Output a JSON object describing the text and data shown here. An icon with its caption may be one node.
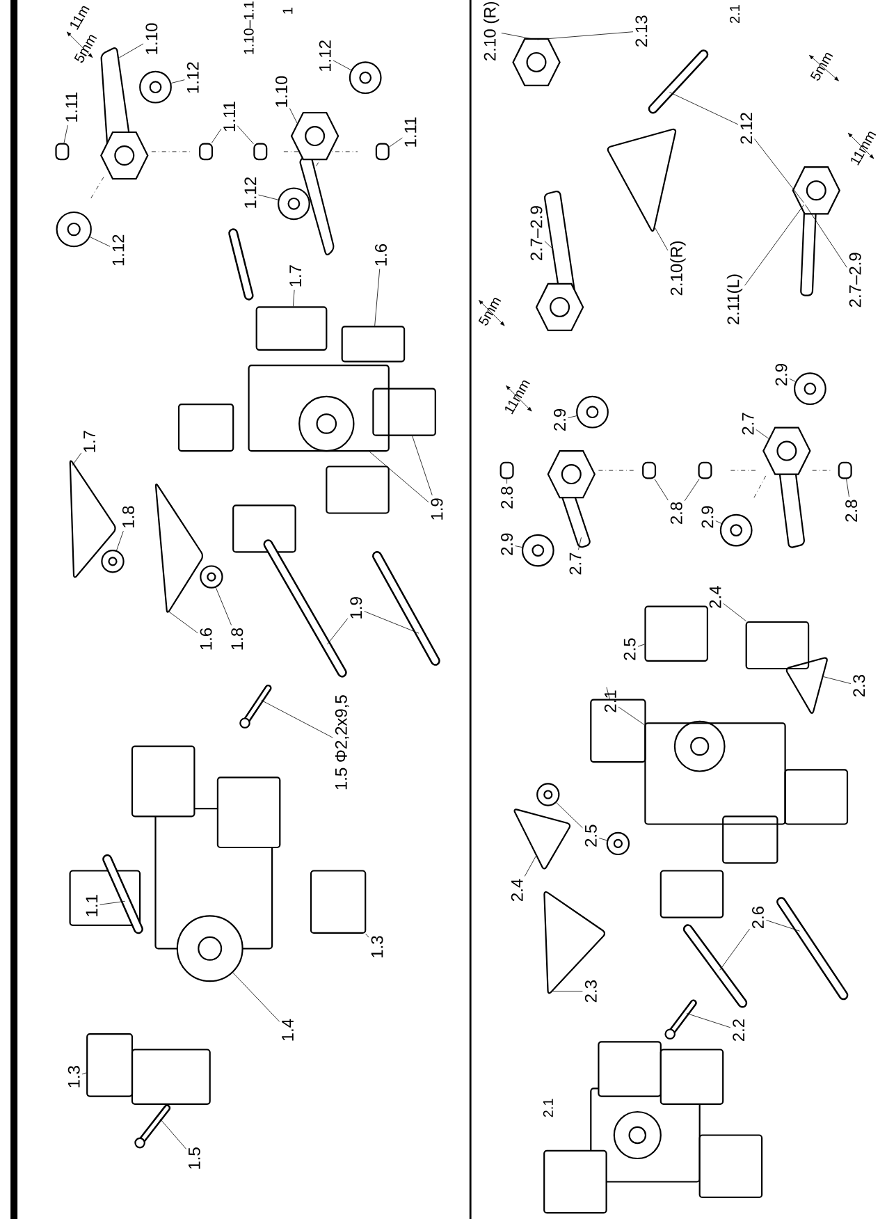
{
  "diagram": {
    "nodes": [
      {
        "text": [
          "1.10"
        ]
      },
      {
        "text": [
          "1.12"
        ]
      },
      {
        "text": [
          "1.11"
        ]
      },
      {
        "text": [
          "1.12"
        ]
      },
      {
        "text": [
          "1.11"
        ]
      },
      {
        "text": [
          "1.10"
        ]
      },
      {
        "text": [
          "1.12"
        ]
      },
      {
        "text": [
          "1.12"
        ]
      },
      {
        "text": [
          "1.11"
        ]
      },
      {
        "text": [
          "1.7"
        ]
      },
      {
        "text": [
          "1.8"
        ]
      },
      {
        "text": [
          "1.6"
        ]
      },
      {
        "text": [
          "1.8"
        ]
      },
      {
        "text": [
          "1.9"
        ]
      },
      {
        "text": [
          "1.7"
        ]
      },
      {
        "text": [
          "1.6"
        ]
      },
      {
        "text": [
          "1.9"
        ]
      },
      {
        "text": [
          "1.1"
        ]
      },
      {
        "text": [
          "1.3"
        ]
      },
      {
        "text": [
          "1.4"
        ]
      },
      {
        "text": [
          "1.3"
        ]
      },
      {
        "text": [
          "1.5"
        ]
      },
      {
        "text": [
          "1.5 Φ2,2x9,5"
        ]
      },
      {
        "text": [
          "2.10 (R)"
        ]
      },
      {
        "text": [
          "2.13"
        ]
      },
      {
        "text": [
          "2.12"
        ]
      },
      {
        "text": [
          "2.7–2.9"
        ]
      },
      {
        "text": [
          "2.10(R)"
        ]
      },
      {
        "text": [
          "2.11(L)"
        ]
      },
      {
        "text": [
          "2.7–2.9"
        ]
      },
      {
        "text": [
          "2.9"
        ]
      },
      {
        "text": [
          "2.7"
        ]
      },
      {
        "text": [
          "2.9"
        ]
      },
      {
        "text": [
          "2.8"
        ]
      },
      {
        "text": [
          "2.9"
        ]
      },
      {
        "text": [
          "2.7"
        ]
      },
      {
        "text": [
          "2.8"
        ]
      },
      {
        "text": [
          "2.9"
        ]
      },
      {
        "text": [
          "2.8"
        ]
      },
      {
        "text": [
          "2.4"
        ]
      },
      {
        "text": [
          "2.5"
        ]
      },
      {
        "text": [
          "2.1"
        ]
      },
      {
        "text": [
          "2.3"
        ]
      },
      {
        "text": [
          "2.5"
        ]
      },
      {
        "text": [
          "2.4"
        ]
      },
      {
        "text": [
          "2.6"
        ]
      },
      {
        "text": [
          "2.3"
        ]
      },
      {
        "text": [
          "2.2"
        ]
      },
      {
        "text": [],
        "shape": "picture"
      },
      {
        "text": [],
        "shape": "picture"
      },
      {
        "text": [],
        "shape": "picture"
      },
      {
        "text": [],
        "shape": "picture"
      },
      {
        "text": [],
        "shape": "picture"
      },
      {
        "text": [],
        "shape": "picture"
      },
      {
        "text": [],
        "shape": "picture"
      },
      {
        "text": [],
        "shape": "circle"
      },
      {
        "text": [],
        "shape": "circle"
      },
      {
        "text": [],
        "shape": "circle"
      },
      {
        "text": [],
        "shape": "circle"
      },
      {
        "text": [],
        "shape": "circle"
      },
      {
        "text": [],
        "shape": "circle"
      },
      {
        "text": [],
        "shape": "circle"
      },
      {
        "text": [],
        "shape": "circle"
      },
      {
        "text": [],
        "shape": "circle"
      },
      {
        "text": [],
        "shape": "circle"
      },
      {
        "text": [],
        "shape": "circle"
      },
      {
        "text": [],
        "shape": "circle"
      },
      {
        "text": [],
        "shape": "cylinder"
      },
      {
        "text": [],
        "shape": "cylinder"
      },
      {
        "text": [],
        "shape": "cylinder"
      },
      {
        "text": [],
        "shape": "cylinder"
      },
      {
        "text": [],
        "shape": "cylinder"
      },
      {
        "text": [],
        "shape": "cylinder"
      },
      {
        "text": [],
        "shape": "cylinder"
      },
      {
        "text": [],
        "shape": "cylinder"
      },
      {
        "text": [],
        "shape": "picture"
      },
      {
        "text": [],
        "shape": "picture"
      },
      {
        "text": [],
        "shape": "picture"
      },
      {
        "text": [],
        "shape": "picture"
      },
      {
        "text": [],
        "shape": "picture"
      },
      {
        "text": [],
        "shape": "picture"
      },
      {
        "text": [],
        "shape": "bar"
      },
      {
        "text": [],
        "shape": "bar"
      },
      {
        "text": [],
        "shape": "bar"
      },
      {
        "text": [],
        "shape": "bar"
      },
      {
        "text": [],
        "shape": "bar"
      },
      {
        "text": [],
        "shape": "bar"
      },
      {
        "text": [],
        "shape": "box"
      },
      {
        "text": [],
        "shape": "box"
      },
      {
        "text": [],
        "shape": "box"
      },
      {
        "text": [],
        "shape": "box"
      },
      {
        "text": [],
        "shape": "box"
      },
      {
        "text": [],
        "shape": "circle"
      },
      {
        "text": [],
        "shape": "box"
      },
      {
        "text": [],
        "shape": "picture"
      },
      {
        "text": [],
        "shape": "picture"
      },
      {
        "text": [],
        "shape": "box"
      },
      {
        "text": [],
        "shape": "box"
      },
      {
        "text": [],
        "shape": "box"
      },
      {
        "text": [],
        "shape": "box"
      },
      {
        "text": [],
        "shape": "picture"
      }
    ],
    "edges": [
      {
        "from": 0,
        "to": 48,
        "arrow": "none"
      },
      {
        "from": 1,
        "to": 56,
        "arrow": "none"
      },
      {
        "from": 2,
        "to": 67,
        "arrow": "none"
      },
      {
        "from": 3,
        "to": 55,
        "arrow": "none"
      },
      {
        "from": 4,
        "to": 68,
        "arrow": "none"
      },
      {
        "from": 4,
        "to": 69,
        "arrow": "none"
      },
      {
        "from": 5,
        "to": 49,
        "arrow": "none"
      },
      {
        "from": 6,
        "to": 57,
        "arrow": "none"
      },
      {
        "from": 7,
        "to": 58,
        "arrow": "none"
      },
      {
        "from": 8,
        "to": 70,
        "arrow": "none"
      },
      {
        "from": 9,
        "to": 75,
        "arrow": "none"
      },
      {
        "from": 10,
        "to": 63,
        "arrow": "none"
      },
      {
        "from": 11,
        "to": 76,
        "arrow": "none"
      },
      {
        "from": 12,
        "to": 64,
        "arrow": "none"
      },
      {
        "from": 13,
        "to": 81,
        "arrow": "none"
      },
      {
        "from": 13,
        "to": 82,
        "arrow": "none"
      },
      {
        "from": 14,
        "to": 87,
        "arrow": "none"
      },
      {
        "from": 15,
        "to": 88,
        "arrow": "none"
      },
      {
        "from": 16,
        "to": 89,
        "arrow": "none"
      },
      {
        "from": 16,
        "to": 90,
        "arrow": "none"
      },
      {
        "from": 17,
        "to": 85,
        "arrow": "none"
      },
      {
        "from": 18,
        "to": 91,
        "arrow": "none"
      },
      {
        "from": 19,
        "to": 92,
        "arrow": "none"
      },
      {
        "from": 20,
        "to": 93,
        "arrow": "none"
      },
      {
        "from": 21,
        "to": 94,
        "arrow": "none"
      },
      {
        "from": 22,
        "to": 95,
        "arrow": "none"
      },
      {
        "from": 23,
        "to": 54,
        "arrow": "none"
      },
      {
        "from": 24,
        "to": 54,
        "arrow": "none"
      },
      {
        "from": 25,
        "to": 86,
        "arrow": "none"
      },
      {
        "from": 25,
        "to": 51,
        "arrow": "none"
      },
      {
        "from": 26,
        "to": 50,
        "arrow": "none"
      },
      {
        "from": 27,
        "to": 79,
        "arrow": "none"
      },
      {
        "from": 28,
        "to": 51,
        "arrow": "none"
      },
      {
        "from": 29,
        "to": 51,
        "arrow": "none"
      },
      {
        "from": 30,
        "to": 61,
        "arrow": "none"
      },
      {
        "from": 31,
        "to": 53,
        "arrow": "none"
      },
      {
        "from": 32,
        "to": 60,
        "arrow": "none"
      },
      {
        "from": 33,
        "to": 71,
        "arrow": "none"
      },
      {
        "from": 34,
        "to": 59,
        "arrow": "none"
      },
      {
        "from": 35,
        "to": 52,
        "arrow": "none"
      },
      {
        "from": 36,
        "to": 72,
        "arrow": "none"
      },
      {
        "from": 36,
        "to": 73,
        "arrow": "none"
      },
      {
        "from": 37,
        "to": 62,
        "arrow": "none"
      },
      {
        "from": 38,
        "to": 74,
        "arrow": "none"
      },
      {
        "from": 39,
        "to": 96,
        "arrow": "none"
      },
      {
        "from": 40,
        "to": 97,
        "arrow": "none"
      },
      {
        "from": 41,
        "to": 98,
        "arrow": "none"
      },
      {
        "from": 41,
        "to": 99,
        "arrow": "none"
      },
      {
        "from": 42,
        "to": 80,
        "arrow": "none"
      },
      {
        "from": 43,
        "to": 65,
        "arrow": "none"
      },
      {
        "from": 43,
        "to": 66,
        "arrow": "none"
      },
      {
        "from": 44,
        "to": 78,
        "arrow": "none"
      },
      {
        "from": 45,
        "to": 83,
        "arrow": "none"
      },
      {
        "from": 45,
        "to": 84,
        "arrow": "none"
      },
      {
        "from": 46,
        "to": 77,
        "arrow": "none"
      },
      {
        "from": 47,
        "to": 100,
        "arrow": "none"
      }
    ],
    "labels": [
      "11m",
      "5mm",
      "1.10–1.1",
      "1",
      "2.1",
      "5mm",
      "11mm",
      "5mm",
      "11mm",
      "2.1"
    ]
  }
}
